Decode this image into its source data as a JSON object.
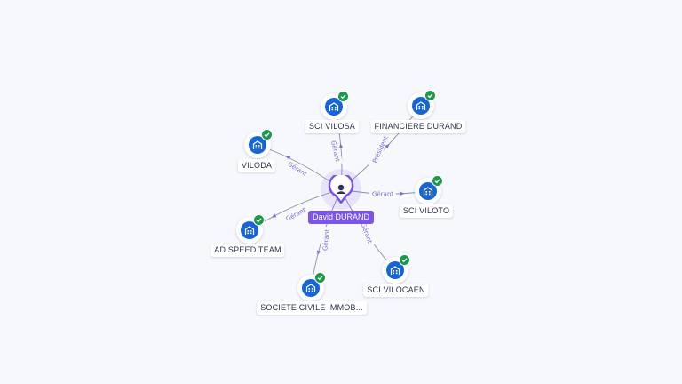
{
  "center": {
    "label": "David DURAND",
    "icon": "person-icon"
  },
  "nodes": [
    {
      "id": "sci-vilosa",
      "label": "SCI VILOSA",
      "icon": "building-icon",
      "verified": true,
      "edge_label": "Gérant"
    },
    {
      "id": "financiere-durand",
      "label": "FINANCIERE DURAND",
      "icon": "building-icon",
      "verified": true,
      "edge_label": "Président"
    },
    {
      "id": "viloda",
      "label": "VILODA",
      "icon": "building-icon",
      "verified": true,
      "edge_label": "Gérant"
    },
    {
      "id": "sci-viloto",
      "label": "SCI VILOTO",
      "icon": "building-icon",
      "verified": true,
      "edge_label": "Gérant"
    },
    {
      "id": "ad-speed-team",
      "label": "AD SPEED TEAM",
      "icon": "building-icon",
      "verified": true,
      "edge_label": "Gérant"
    },
    {
      "id": "societe-civile",
      "label": "SOCIETE CIVILE IMMOB...",
      "icon": "building-icon",
      "verified": true,
      "edge_label": "Gérant"
    },
    {
      "id": "sci-vilocaen",
      "label": "SCI VILOCAEN",
      "icon": "building-icon",
      "verified": true,
      "edge_label": "Gérant"
    }
  ],
  "colors": {
    "accent": "#7b55e6",
    "building": "#1565d8",
    "verified": "#1a9a4a",
    "edge": "#8a8fa6",
    "edge_label": "#7c6fd6"
  }
}
